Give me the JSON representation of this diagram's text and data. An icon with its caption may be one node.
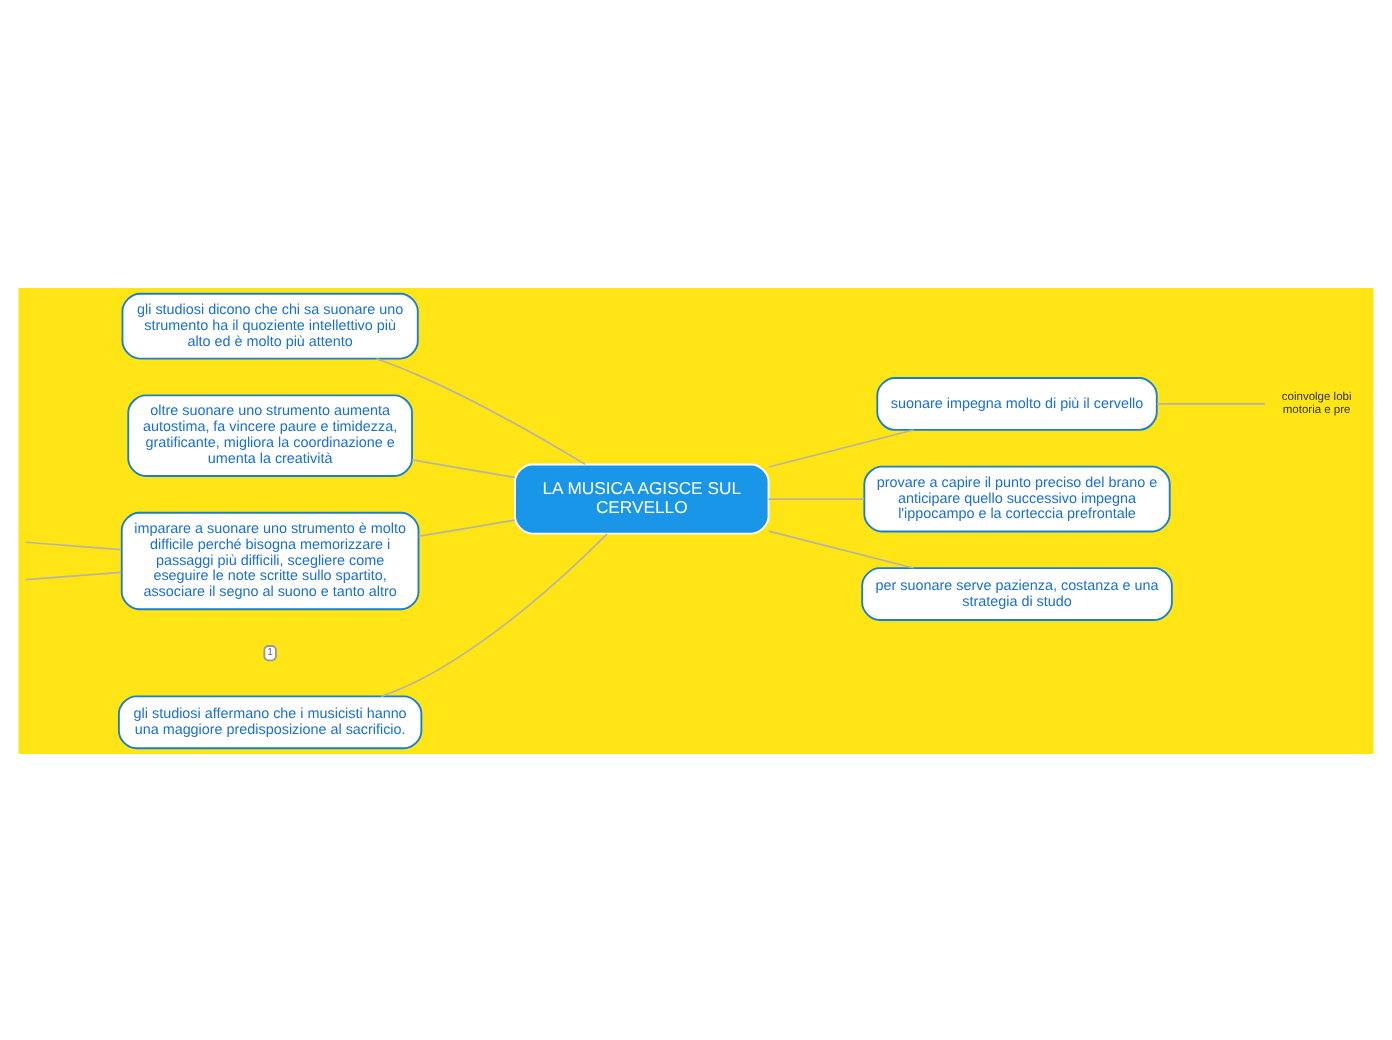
{
  "diagram": {
    "nodes": [
      {
        "text": [
          "LA MUSICA AGISCE SUL CERVELLO"
        ]
      },
      {
        "text": [
          "gli studiosi dicono che chi sa suonare uno strumento ha il quoziente intellettivo più alto ed è molto più attento"
        ]
      },
      {
        "text": [
          "oltre suonare uno strumento aumenta autostima, fa vincere paure e timidezza, gratificante, migliora la coordinazione e umenta la creatività"
        ]
      },
      {
        "text": [
          "imparare a suonare uno strumento è molto difficile perché bisogna memorizzare i passaggi più difficili, scegliere come eseguire le note scritte sullo spartito, associare il segno al suono e tanto altro"
        ]
      },
      {
        "text": [
          "gli studiosi affermano che i musicisti hanno una maggiore predisposizione al sacrificio."
        ]
      },
      {
        "text": [
          "suonare impegna molto di più il cervello"
        ]
      },
      {
        "text": [
          "coinvolge lobi motoria e pre"
        ]
      },
      {
        "text": [
          "provare a capire il punto preciso del brano e anticipare quello successivo impegna l'ippocampo e la corteccia prefrontale"
        ]
      },
      {
        "text": [
          "per suonare serve pazienza, costanza e una strategia di studo"
        ]
      }
    ],
    "edges": [
      {
        "from": 0,
        "to": 1,
        "arrow": "none"
      },
      {
        "from": 0,
        "to": 2,
        "arrow": "none"
      },
      {
        "from": 0,
        "to": 3,
        "arrow": "none"
      },
      {
        "from": 0,
        "to": 4,
        "arrow": "none"
      },
      {
        "from": 0,
        "to": 5,
        "arrow": "none"
      },
      {
        "from": 5,
        "to": 6,
        "arrow": "none"
      },
      {
        "from": 0,
        "to": 7,
        "arrow": "none"
      },
      {
        "from": 0,
        "to": 8,
        "arrow": "none"
      },
      {
        "from": 3,
        "to": null,
        "arrow": "none"
      },
      {
        "from": 3,
        "to": null,
        "arrow": "none"
      }
    ],
    "labels": [
      "1"
    ]
  }
}
